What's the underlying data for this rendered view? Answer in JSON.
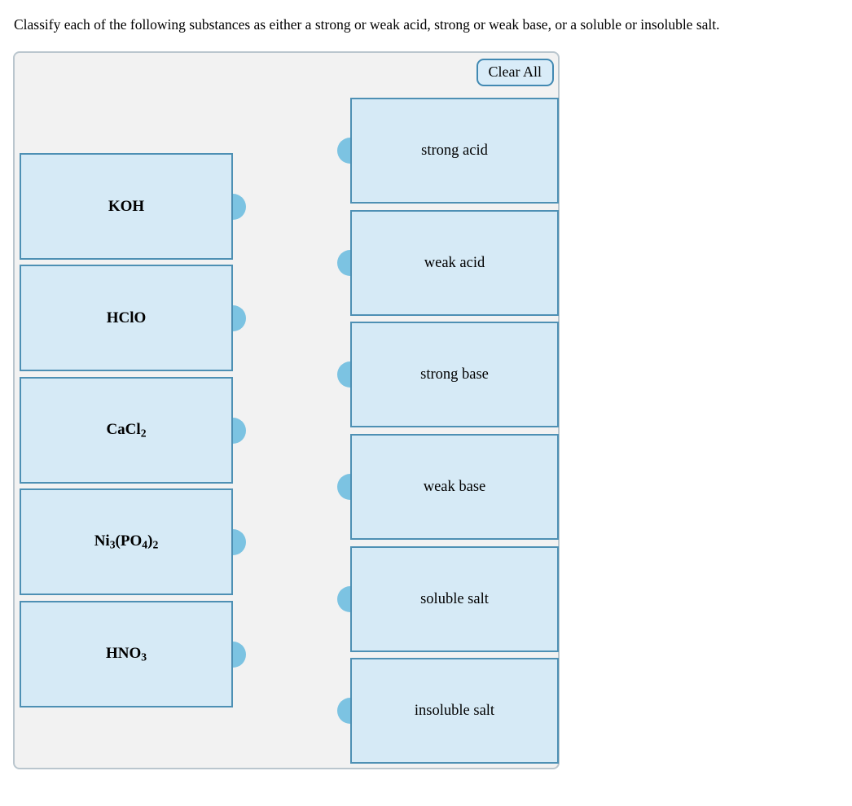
{
  "title": "Classify each of the following substances as either a strong or weak acid, strong or weak base, or a soluble or insoluble salt.",
  "toolbar": {
    "clear_all_label": "Clear All"
  },
  "items": [
    {
      "name": "KOH",
      "label_parts": [
        {
          "text": "KOH"
        }
      ]
    },
    {
      "name": "HClO",
      "label_parts": [
        {
          "text": "HClO"
        }
      ]
    },
    {
      "name": "CaCl2",
      "label_parts": [
        {
          "text": "CaCl",
          "sub": "2"
        }
      ]
    },
    {
      "name": "Ni3(PO4)2",
      "label_parts": [
        {
          "text": "Ni",
          "sub": "3"
        },
        {
          "text": "(PO",
          "sub": "4"
        },
        {
          "text": ")",
          "sub": "2"
        }
      ]
    },
    {
      "name": "HNO3",
      "label_parts": [
        {
          "text": "HNO",
          "sub": "3"
        }
      ]
    }
  ],
  "bins": [
    {
      "label": "strong acid"
    },
    {
      "label": "weak acid"
    },
    {
      "label": "strong base"
    },
    {
      "label": "weak base"
    },
    {
      "label": "soluble salt"
    },
    {
      "label": "insoluble salt"
    }
  ],
  "colors": {
    "tile_fill": "#d6eaf6",
    "tile_border": "#4e90b4",
    "knob": "#7cc3e2",
    "panel_background": "#f2f2f2",
    "panel_border": "#bac6ce",
    "button_fill": "#d9ecf8",
    "button_border": "#4289b2",
    "text": "#000000"
  }
}
